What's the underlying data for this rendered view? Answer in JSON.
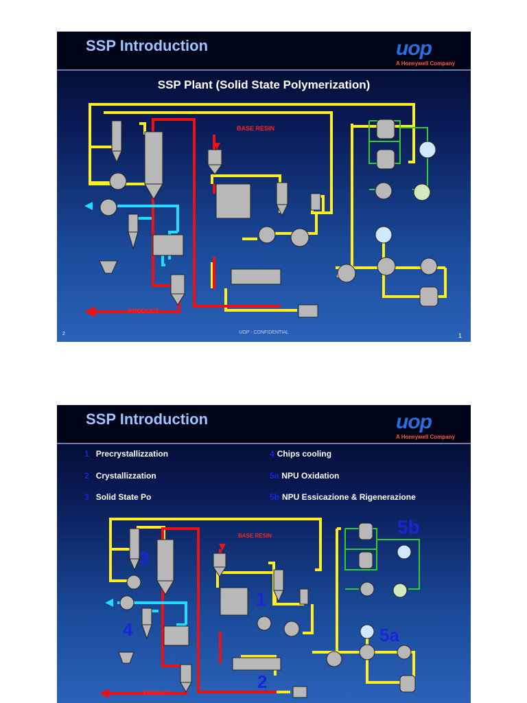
{
  "slide1": {
    "title": "SSP Introduction",
    "logo": "uop",
    "logo_sub": "A Honeywell Company",
    "subtitle": "SSP Plant (Solid State Polymerization)",
    "base_resin_label": "BASE RESIN",
    "product_label": "PRODUCT",
    "footer_confidential": "UOP - CONFIDENTIAL",
    "footer_number": "2",
    "page_number": "1"
  },
  "slide2": {
    "title": "SSP Introduction",
    "logo": "uop",
    "logo_sub": "A Honeywell Company",
    "items": [
      {
        "num": "1",
        "label": "Precrystallizzation"
      },
      {
        "num": "2",
        "label": "Crystallizzation"
      },
      {
        "num": "3",
        "label": "Solid State Po"
      },
      {
        "num": "4",
        "label": "Chips cooling"
      },
      {
        "num": "5a",
        "label": "NPU Oxidation"
      },
      {
        "num": "5b",
        "label": "NPU Essicazione & Rigenerazione"
      }
    ],
    "base_resin_label": "BASE RESIN",
    "product_label": "PRODUCT",
    "diagram_numbers": [
      "1",
      "2",
      "3",
      "4",
      "5a",
      "5b"
    ]
  },
  "colors": {
    "yellow_line": "#ffee22",
    "red_line": "#ee1111",
    "cyan_line": "#22ddff",
    "green_line": "#33cc33",
    "equipment": "#b8b8b8",
    "number_blue": "#1a24d8"
  }
}
